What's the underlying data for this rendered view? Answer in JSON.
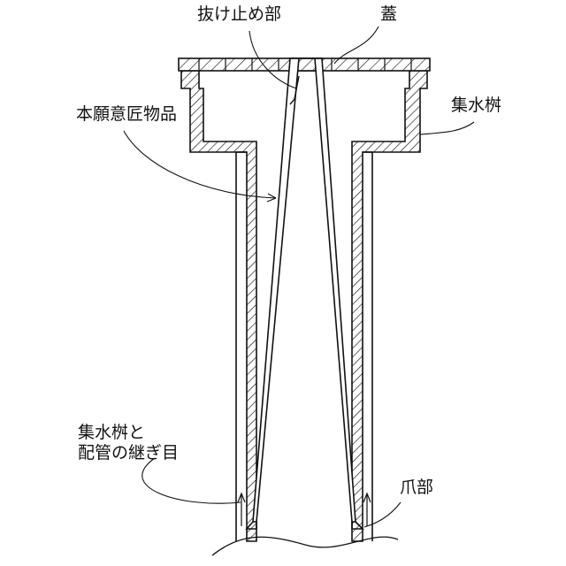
{
  "labels": {
    "nukedome": "抜け止め部",
    "futa": "蓋",
    "shusuimasu": "集水桝",
    "hongan": "本願意匠物品",
    "joint_line1": "集水桝と",
    "joint_line2": "配管の継ぎ目",
    "tsume": "爪部"
  },
  "colors": {
    "line": "#111111",
    "background": "#ffffff"
  }
}
